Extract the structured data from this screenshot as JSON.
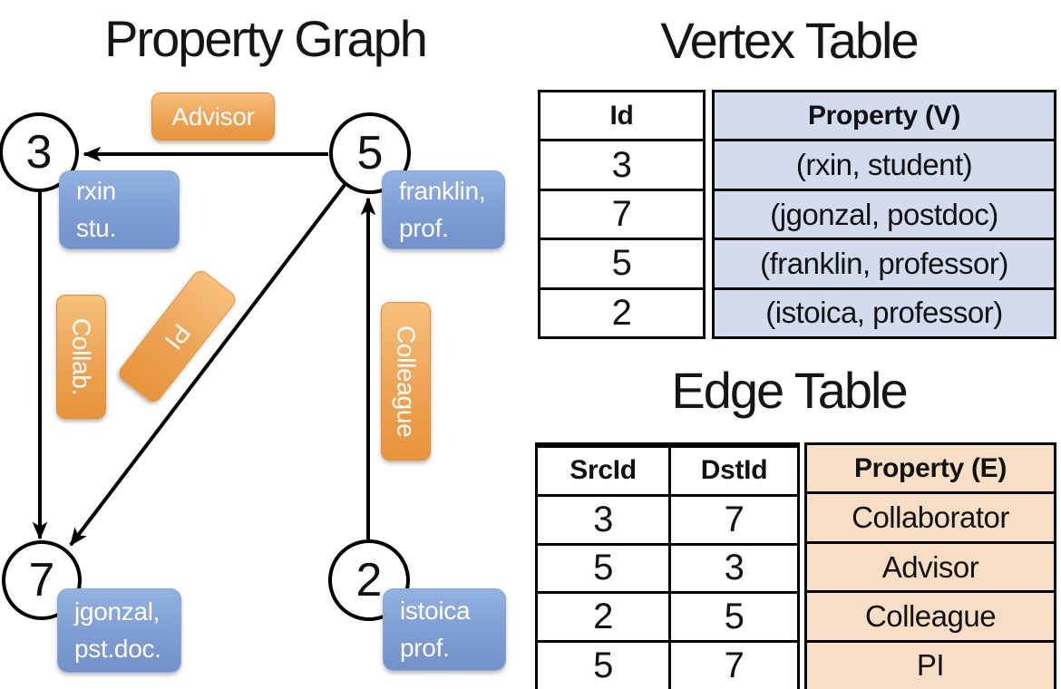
{
  "graph": {
    "title": "Property Graph",
    "nodes": [
      {
        "id": "3",
        "lines": [
          "rxin",
          "stu."
        ]
      },
      {
        "id": "5",
        "lines": [
          "franklin,",
          "prof."
        ]
      },
      {
        "id": "7",
        "lines": [
          "jgonzal,",
          "pst.doc."
        ]
      },
      {
        "id": "2",
        "lines": [
          "istoica",
          "prof."
        ]
      }
    ],
    "edges": [
      {
        "from": "5",
        "to": "3",
        "label": "Advisor"
      },
      {
        "from": "3",
        "to": "7",
        "label": "Collab."
      },
      {
        "from": "5",
        "to": "7",
        "label": "PI"
      },
      {
        "from": "2",
        "to": "5",
        "label": "Colleague"
      }
    ]
  },
  "vertex_table": {
    "title": "Vertex Table",
    "columns": [
      "Id",
      "Property (V)"
    ],
    "rows": [
      [
        "3",
        "(rxin, student)"
      ],
      [
        "7",
        "(jgonzal, postdoc)"
      ],
      [
        "5",
        "(franklin, professor)"
      ],
      [
        "2",
        "(istoica, professor)"
      ]
    ]
  },
  "edge_table": {
    "title": "Edge Table",
    "columns": [
      "SrcId",
      "DstId",
      "Property (E)"
    ],
    "rows": [
      [
        "3",
        "7",
        "Collaborator"
      ],
      [
        "5",
        "3",
        "Advisor"
      ],
      [
        "2",
        "5",
        "Colleague"
      ],
      [
        "5",
        "7",
        "PI"
      ]
    ]
  },
  "colors": {
    "edge_label_top": "#f6c07c",
    "edge_label_bottom": "#e8943a",
    "vertex_label_top": "#93b1e1",
    "vertex_label_bottom": "#7390c9",
    "vertex_table_fill": "#d2dcee",
    "edge_table_fill": "#f7dec4",
    "line": "#000000",
    "label_text": "#ffffff"
  }
}
